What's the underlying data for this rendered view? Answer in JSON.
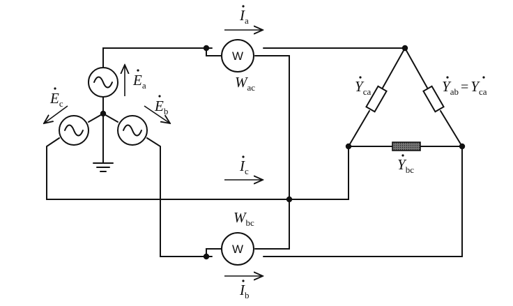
{
  "diagram": {
    "source_labels": {
      "Ea": {
        "base": "E",
        "sub": "a"
      },
      "Eb": {
        "base": "E",
        "sub": "b"
      },
      "Ec": {
        "base": "E",
        "sub": "c"
      }
    },
    "current_labels": {
      "Ia": {
        "base": "I",
        "sub": "a"
      },
      "Ib": {
        "base": "I",
        "sub": "b"
      },
      "Ic": {
        "base": "I",
        "sub": "c"
      }
    },
    "wattmeters": {
      "ac": {
        "symbol": "W",
        "label_base": "W",
        "label_sub": "ac"
      },
      "bc": {
        "symbol": "W",
        "label_base": "W",
        "label_sub": "bc"
      }
    },
    "admittances": {
      "Yca": {
        "base": "Y",
        "sub": "ca"
      },
      "Ybc": {
        "base": "Y",
        "sub": "bc"
      },
      "Yab_eq": {
        "lhs_base": "Y",
        "lhs_sub": "ab",
        "equals": "=",
        "rhs_base": "Y",
        "rhs_sub": "ca"
      }
    }
  }
}
